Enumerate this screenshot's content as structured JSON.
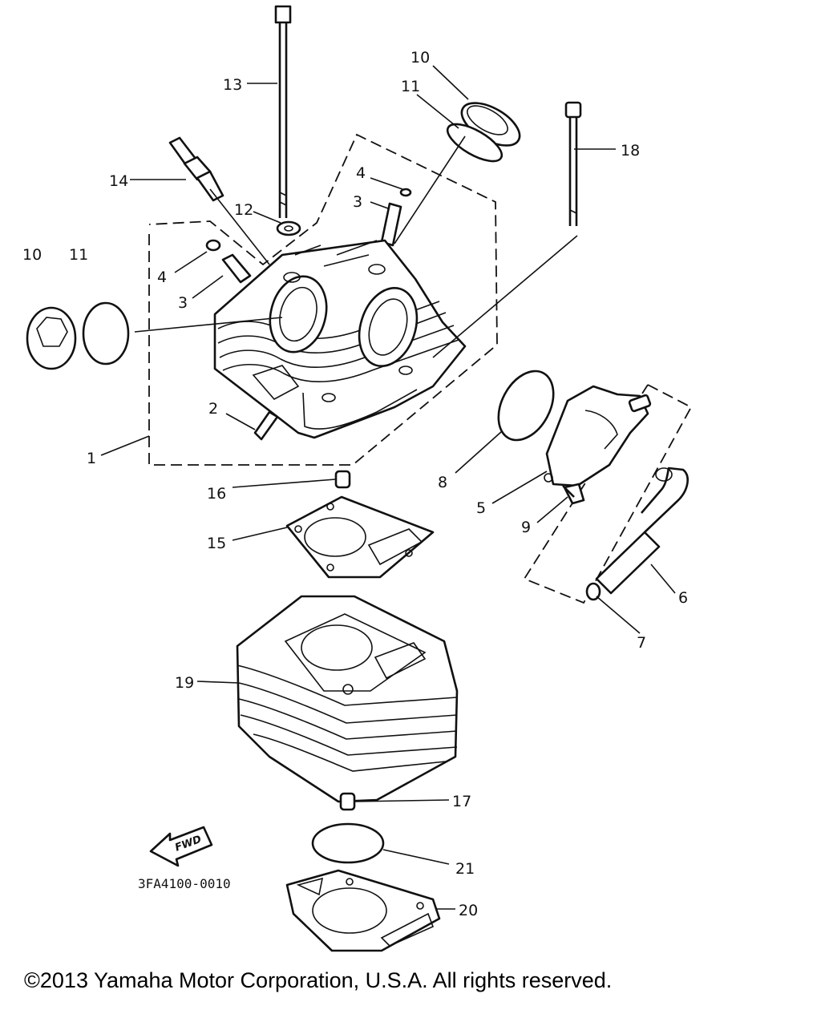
{
  "diagram": {
    "drawing_code": "3FA4100-0010",
    "fwd_label": "FWD",
    "callouts": {
      "c1": "1",
      "c2": "2",
      "c3a": "3",
      "c3b": "3",
      "c4a": "4",
      "c4b": "4",
      "c5": "5",
      "c6": "6",
      "c7": "7",
      "c8": "8",
      "c9": "9",
      "c10a": "10",
      "c10b": "10",
      "c11a": "11",
      "c11b": "11",
      "c12": "12",
      "c13": "13",
      "c14": "14",
      "c15": "15",
      "c16": "16",
      "c17": "17",
      "c18": "18",
      "c19": "19",
      "c20": "20",
      "c21": "21"
    }
  },
  "footer": {
    "copyright": "©2013 Yamaha Motor Corporation, U.S.A. All rights reserved."
  }
}
